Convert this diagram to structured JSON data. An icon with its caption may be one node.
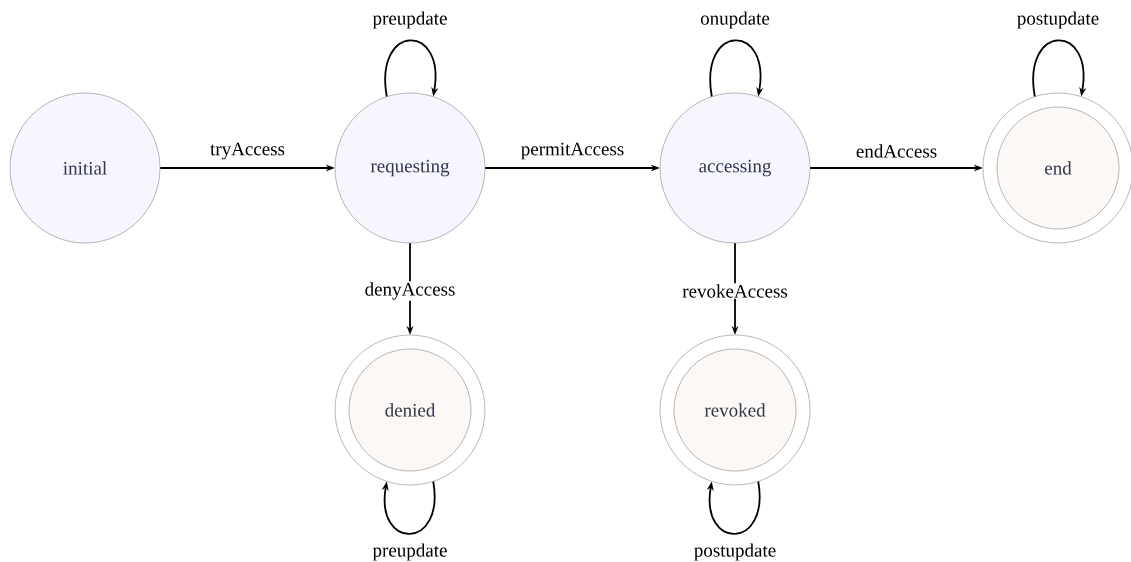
{
  "diagram": {
    "nodes": [
      {
        "text": [
          "initial"
        ]
      },
      {
        "text": [
          "requesting"
        ]
      },
      {
        "text": [
          "accessing"
        ]
      },
      {
        "text": [
          "end"
        ]
      },
      {
        "text": [
          "denied"
        ]
      },
      {
        "text": [
          "revoked"
        ]
      }
    ],
    "edges": [
      {
        "from": 0,
        "to": 1,
        "arrow": "to",
        "label": "tryAccess"
      },
      {
        "from": 1,
        "to": 1,
        "arrow": "to",
        "label": "preupdate"
      },
      {
        "from": 1,
        "to": 2,
        "arrow": "to",
        "label": "permitAccess"
      },
      {
        "from": 2,
        "to": 2,
        "arrow": "to",
        "label": "onupdate"
      },
      {
        "from": 2,
        "to": 3,
        "arrow": "to",
        "label": "endAccess"
      },
      {
        "from": 3,
        "to": 3,
        "arrow": "to",
        "label": "postupdate"
      },
      {
        "from": 1,
        "to": 4,
        "arrow": "to",
        "label": "denyAccess"
      },
      {
        "from": 4,
        "to": 4,
        "arrow": "to",
        "label": "preupdate"
      },
      {
        "from": 2,
        "to": 5,
        "arrow": "to",
        "label": "revokeAccess"
      },
      {
        "from": 5,
        "to": 5,
        "arrow": "to",
        "label": "postupdate"
      }
    ]
  }
}
